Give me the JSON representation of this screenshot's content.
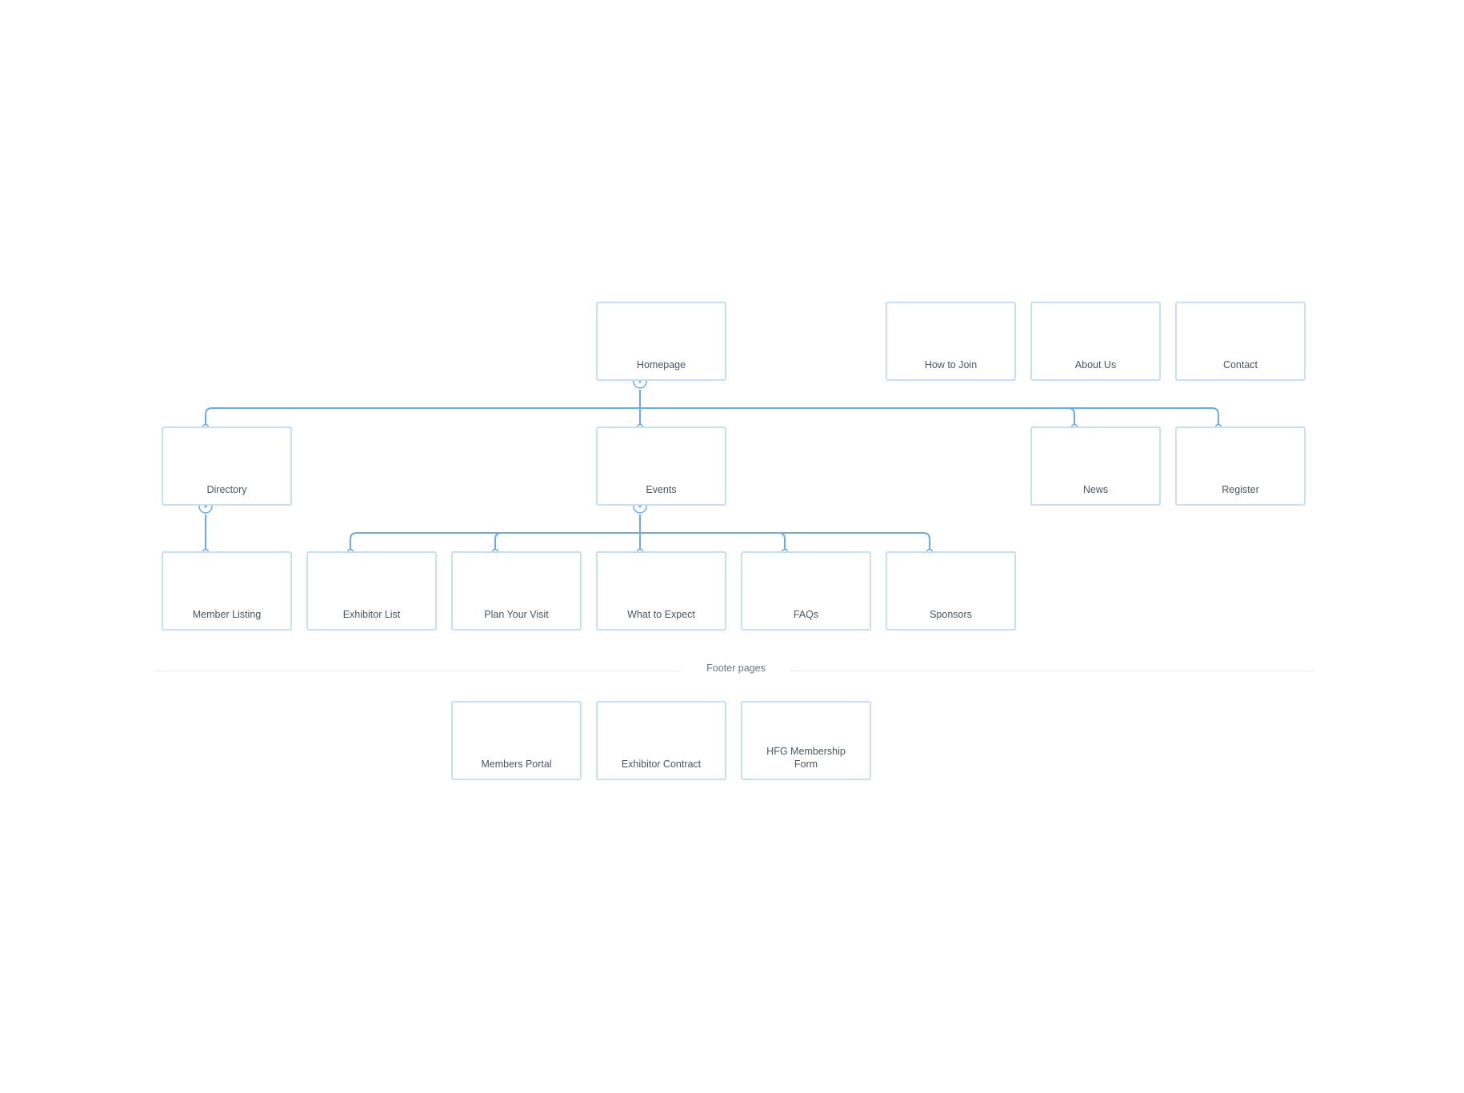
{
  "colors": {
    "connector": "#6aaae8",
    "node_border": "#c7def5",
    "text": "#4a5563"
  },
  "nodes": {
    "homepage": "Homepage",
    "how_to_join": "How to Join",
    "about_us": "About Us",
    "contact": "Contact",
    "directory": "Directory",
    "events": "Events",
    "news": "News",
    "register": "Register",
    "member_listing": "Member Listing",
    "exhibitor_list": "Exhibitor List",
    "plan_your_visit": "Plan Your Visit",
    "what_to_expect": "What to Expect",
    "faqs": "FAQs",
    "sponsors": "Sponsors",
    "members_portal": "Members Portal",
    "exhibitor_contract": "Exhibitor Contract",
    "hfg_membership_form": "HFG Membership Form"
  },
  "footer_section": {
    "label": "Footer pages"
  }
}
